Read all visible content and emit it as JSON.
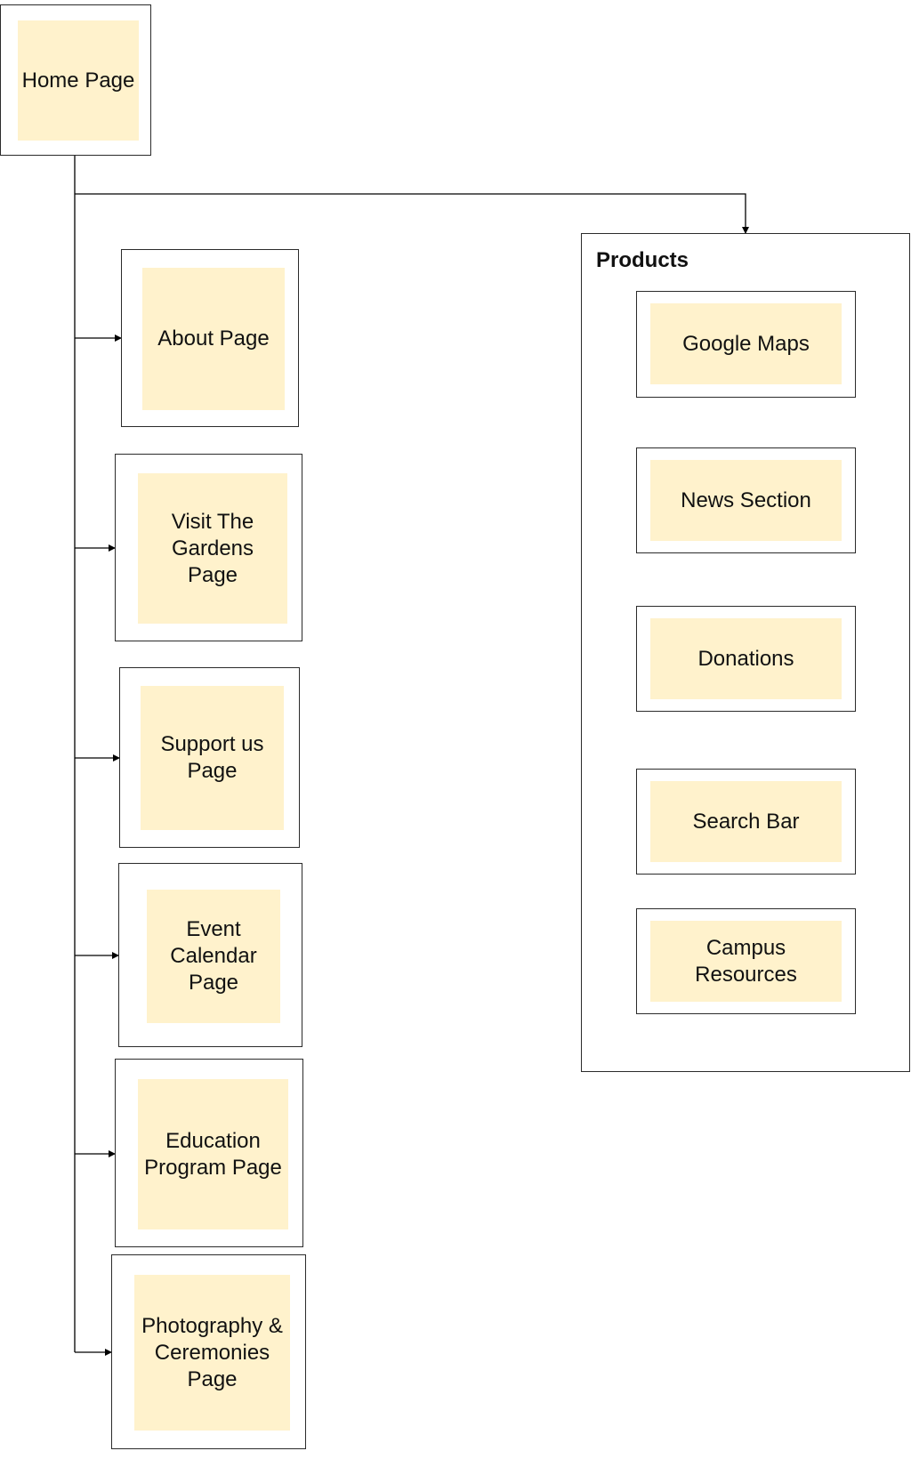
{
  "diagram": {
    "root": {
      "label": "Home Page"
    },
    "pages": [
      {
        "id": "about",
        "label": "About Page"
      },
      {
        "id": "visit-gardens",
        "label": "Visit The\nGardens\nPage"
      },
      {
        "id": "support-us",
        "label": "Support us\nPage"
      },
      {
        "id": "event-calendar",
        "label": "Event\nCalendar\nPage"
      },
      {
        "id": "education-program",
        "label": "Education\nProgram Page"
      },
      {
        "id": "photography-ceremonies",
        "label": "Photography &\nCeremonies\nPage"
      }
    ],
    "products": {
      "title": "Products",
      "items": [
        {
          "id": "google-maps",
          "label": "Google Maps"
        },
        {
          "id": "news-section",
          "label": "News Section"
        },
        {
          "id": "donations",
          "label": "Donations"
        },
        {
          "id": "search-bar",
          "label": "Search Bar"
        },
        {
          "id": "campus-resources",
          "label": "Campus\nResources"
        }
      ]
    },
    "colors": {
      "node_fill": "#fff2cc",
      "border": "#2b2b2b",
      "line": "#000000"
    }
  }
}
